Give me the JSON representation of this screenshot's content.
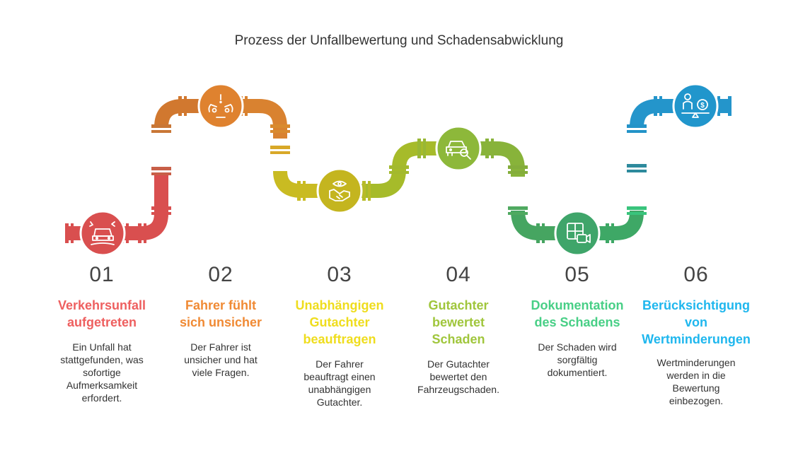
{
  "title": "Prozess der Unfallbewertung und Schadensabwicklung",
  "colors": {
    "step1": "#de5252",
    "step2": "#df822f",
    "step3": "#c4b51f",
    "step4": "#8db83a",
    "step5": "#3fa56a",
    "step6": "#2196cc"
  },
  "steps": [
    {
      "number": "01",
      "heading_lines": [
        "Verkehrsunfall",
        "aufgetreten"
      ],
      "description_lines": [
        "Ein Unfall hat",
        "stattgefunden, was",
        "sofortige",
        "Aufmerksamkeit",
        "erfordert."
      ],
      "icon": "car-crash-icon",
      "heading_color": "#ee5f5f"
    },
    {
      "number": "02",
      "heading_lines": [
        "Fahrer fühlt",
        "sich unsicher"
      ],
      "description_lines": [
        "Der Fahrer ist",
        "unsicher und hat",
        "viele Fragen."
      ],
      "icon": "worried-face-icon",
      "heading_color": "#f08a34"
    },
    {
      "number": "03",
      "heading_lines": [
        "Unabhängigen",
        "Gutachter",
        "beauftragen"
      ],
      "description_lines": [
        "Der Fahrer",
        "beauftragt einen",
        "unabhängigen",
        "Gutachter."
      ],
      "icon": "handshake-icon",
      "heading_color": "#efdd1d"
    },
    {
      "number": "04",
      "heading_lines": [
        "Gutachter",
        "bewertet",
        "Schaden"
      ],
      "description_lines": [
        "Der Gutachter",
        "bewertet den",
        "Fahrzeugschaden."
      ],
      "icon": "car-inspection-icon",
      "heading_color": "#a0c63c"
    },
    {
      "number": "05",
      "heading_lines": [
        "Dokumentation",
        "des Schadens"
      ],
      "description_lines": [
        "Der Schaden wird",
        "sorgfältig",
        "dokumentiert."
      ],
      "icon": "media-documentation-icon",
      "heading_color": "#48cf86"
    },
    {
      "number": "06",
      "heading_lines": [
        "Berücksichtigung",
        "von",
        "Wertminderungen"
      ],
      "description_lines": [
        "Wertminderungen",
        "werden in die",
        "Bewertung",
        "einbezogen."
      ],
      "icon": "value-balance-icon",
      "heading_color": "#1fb7ee"
    }
  ]
}
